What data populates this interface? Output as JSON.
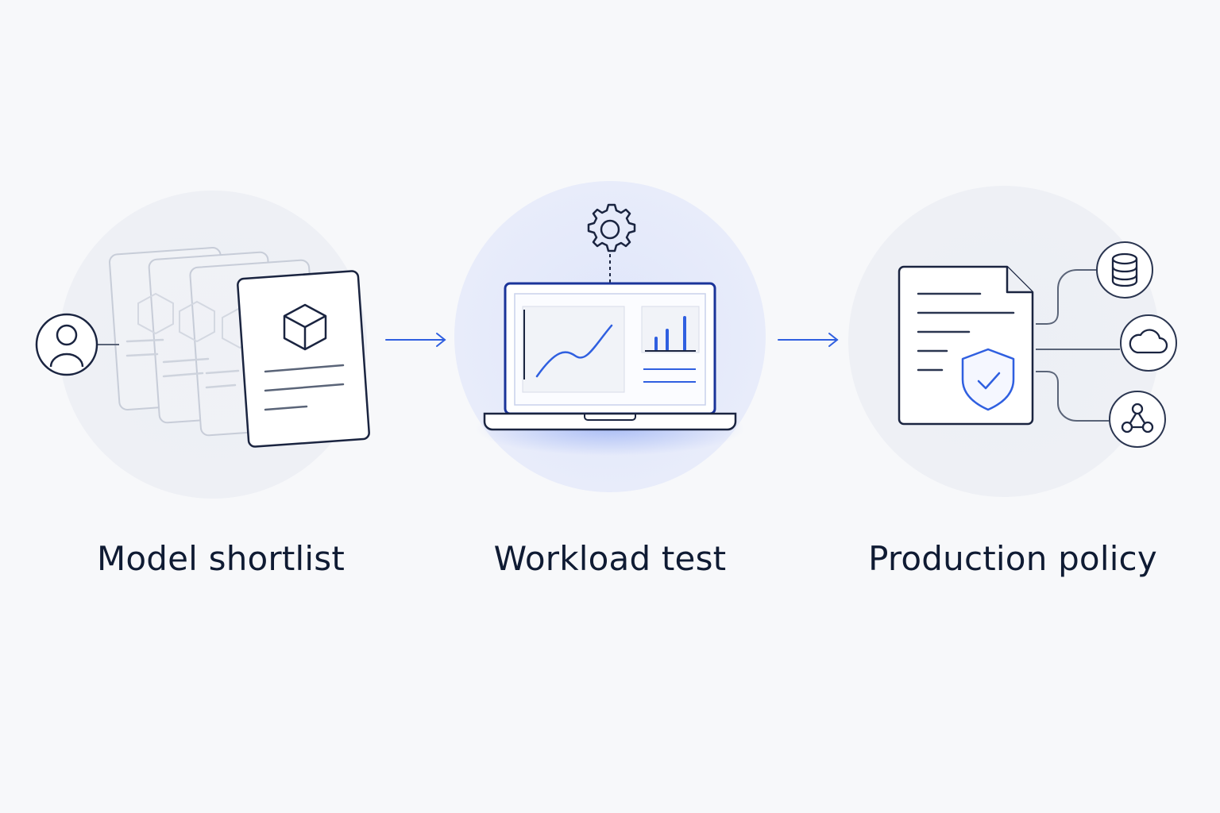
{
  "steps": [
    {
      "label": "Model shortlist"
    },
    {
      "label": "Workload test"
    },
    {
      "label": "Production policy"
    }
  ],
  "colors": {
    "background": "#f7f8fa",
    "ink": "#0f1b33",
    "accent": "#2f5fe0",
    "muted_line": "#9aa3b5",
    "halo": "#e9ecf4",
    "halo_center": "#e3e8fb"
  },
  "icons": {
    "step1": [
      "user-icon",
      "model-card-stack",
      "cube-icon"
    ],
    "step2": [
      "gear-icon",
      "laptop-icon",
      "line-chart-icon",
      "bar-chart-icon"
    ],
    "step3": [
      "policy-document-icon",
      "shield-check-icon",
      "database-icon",
      "cloud-icon",
      "network-icon"
    ],
    "connectors": [
      "arrow-right-icon",
      "arrow-right-icon"
    ]
  }
}
